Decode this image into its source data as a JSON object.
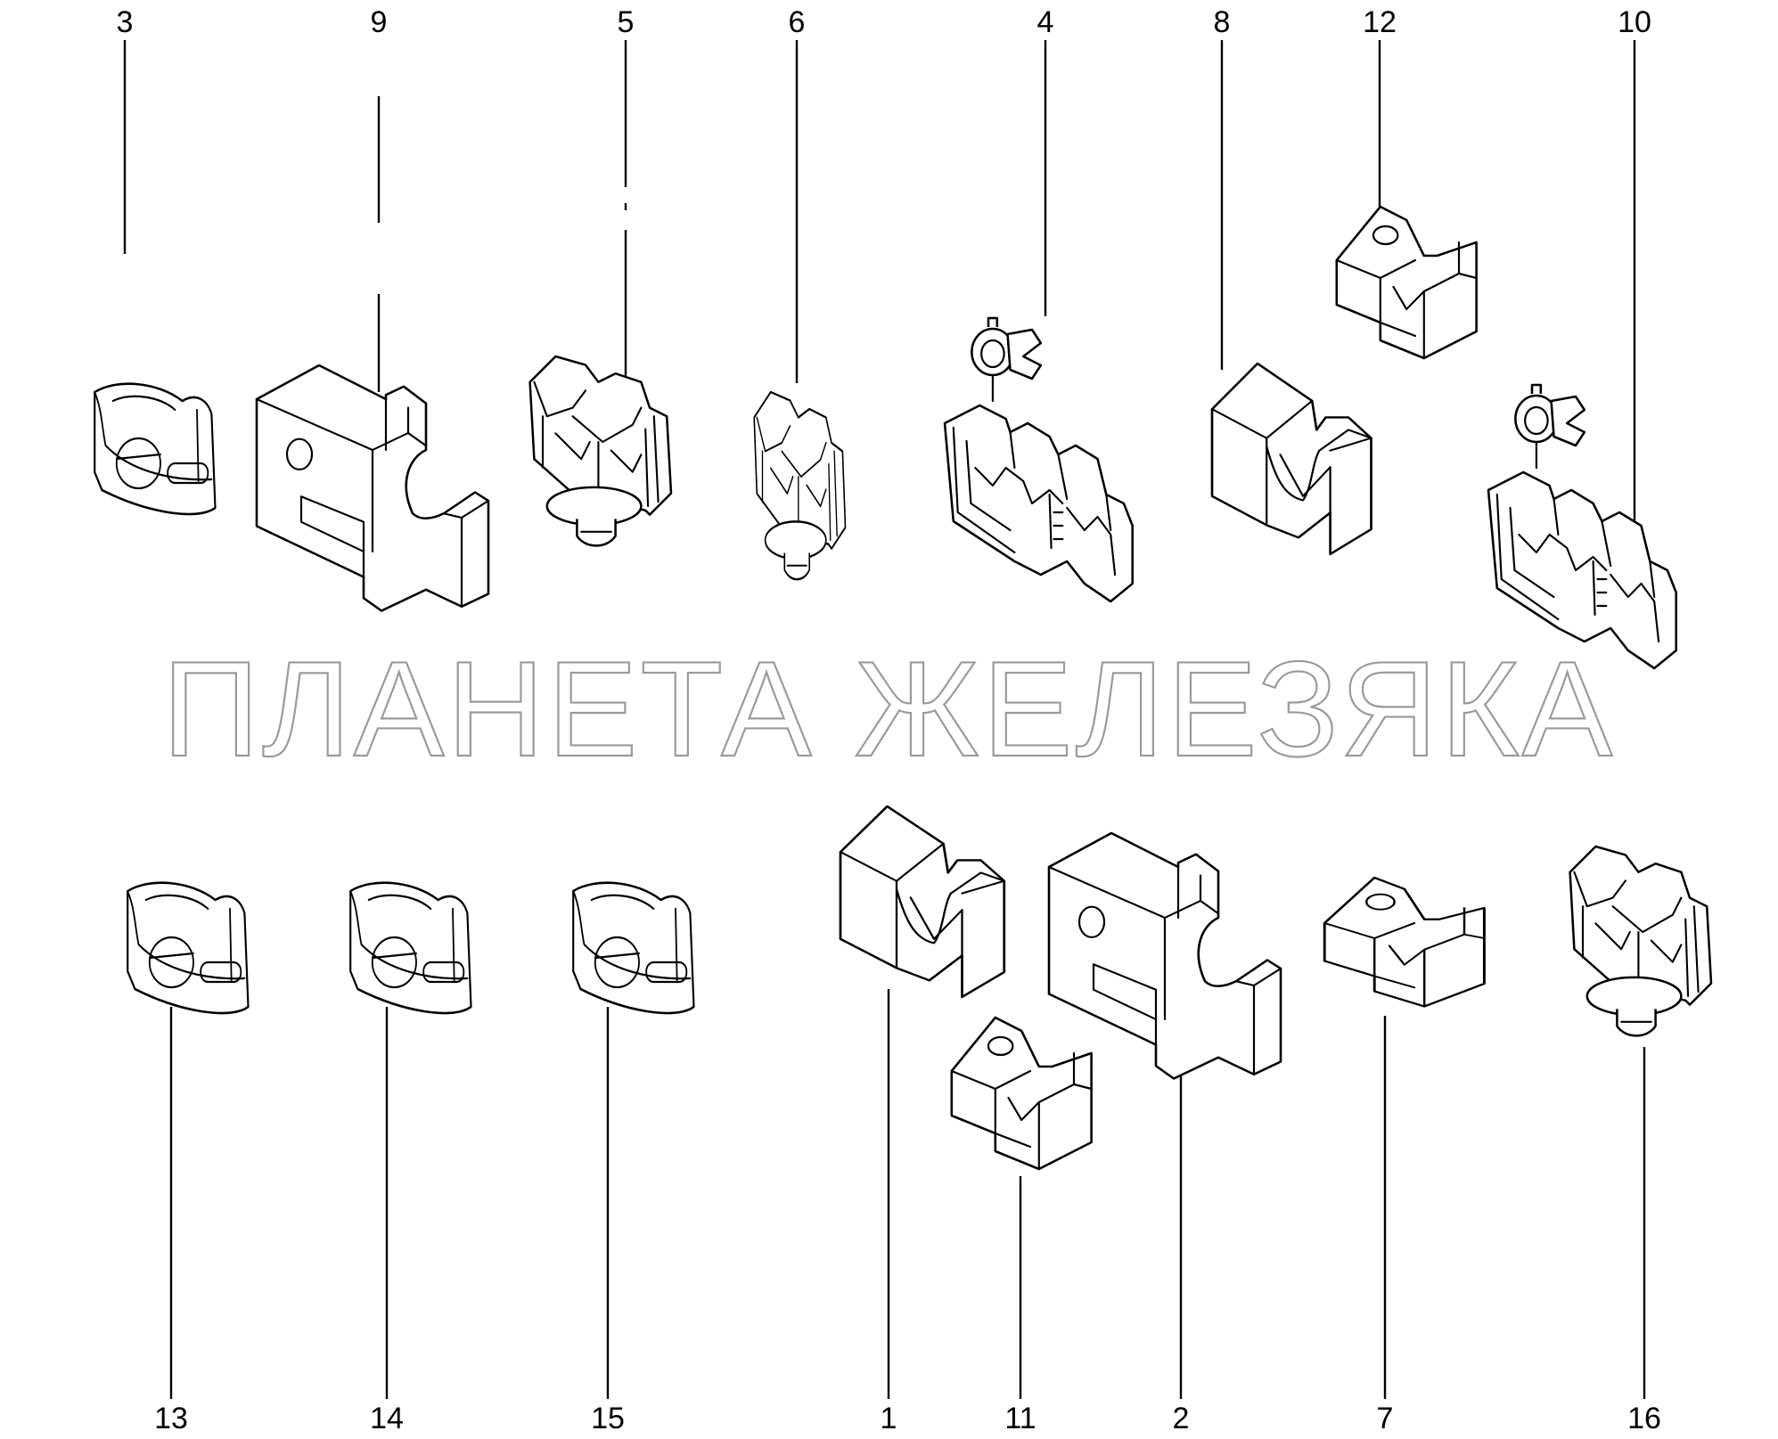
{
  "diagram": {
    "watermark": "ПЛАНЕТА ЖЕЛЕЗЯКА",
    "callouts": {
      "c3": "3",
      "c9": "9",
      "c5": "5",
      "c6": "6",
      "c4": "4",
      "c8": "8",
      "c12": "12",
      "c10": "10",
      "c13": "13",
      "c14": "14",
      "c15": "15",
      "c1": "1",
      "c11": "11",
      "c2": "2",
      "c7": "7",
      "c16": "16"
    }
  }
}
